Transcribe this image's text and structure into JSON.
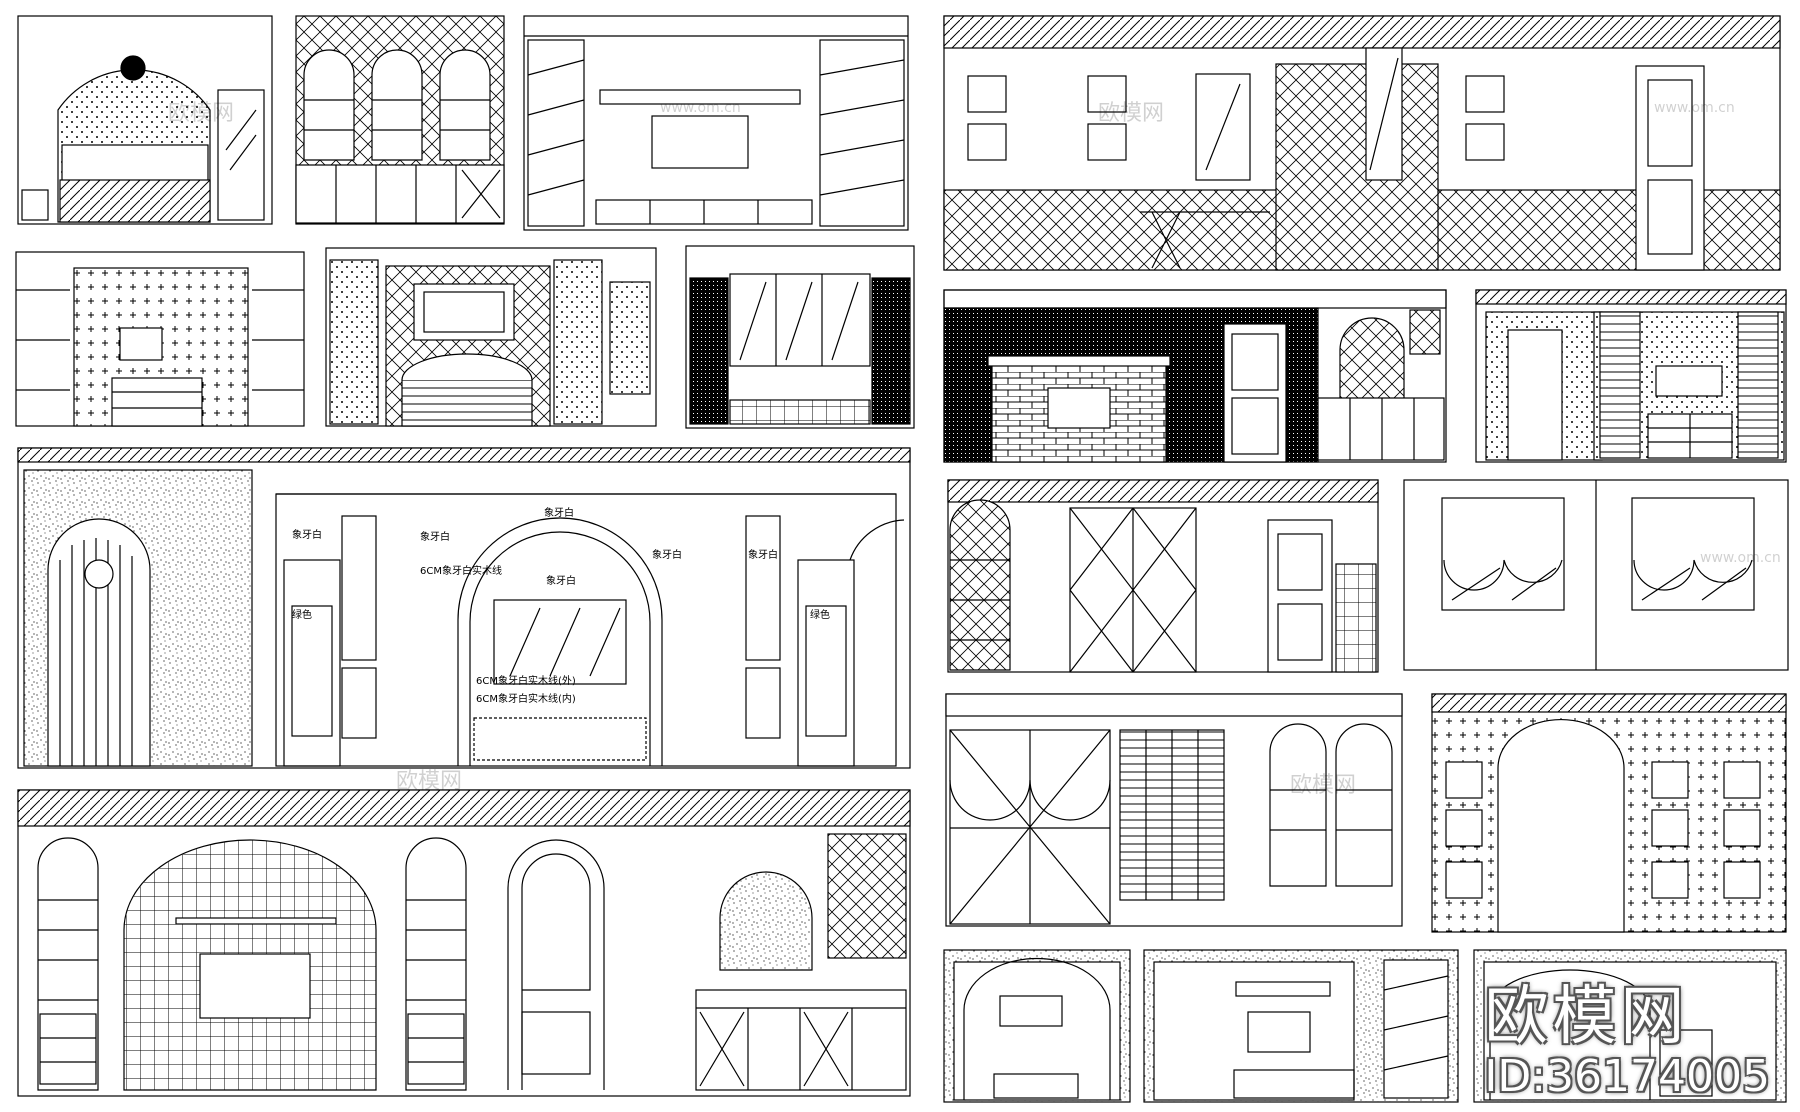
{
  "labels": {
    "ivory": "象牙白",
    "green": "绿色",
    "ivory_wood_6cm": "6CM象牙白实木线",
    "ivory_wood_out": "6CM象牙白实木线(外)",
    "ivory_wood_in": "6CM象牙白实木线(内)"
  },
  "watermark": {
    "site_text": "欧模网",
    "url_text": "www.om.cn",
    "logo": "欧模网",
    "id": "ID:36174005"
  },
  "colors": {
    "ink": "#000000",
    "paper": "#ffffff"
  }
}
